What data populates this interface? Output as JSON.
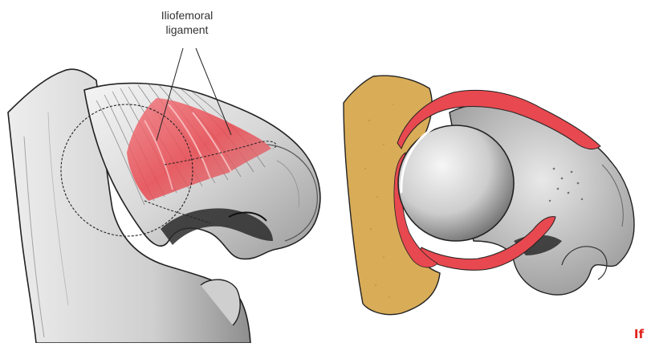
{
  "label": {
    "line1": "Iliofemoral",
    "line2": "ligament"
  },
  "corner_text": "If",
  "colors": {
    "ligament_red": "#e8484f",
    "bone_tan": "#d9ac58",
    "bone_gray": "#cfcfcf",
    "outline": "#222222"
  }
}
